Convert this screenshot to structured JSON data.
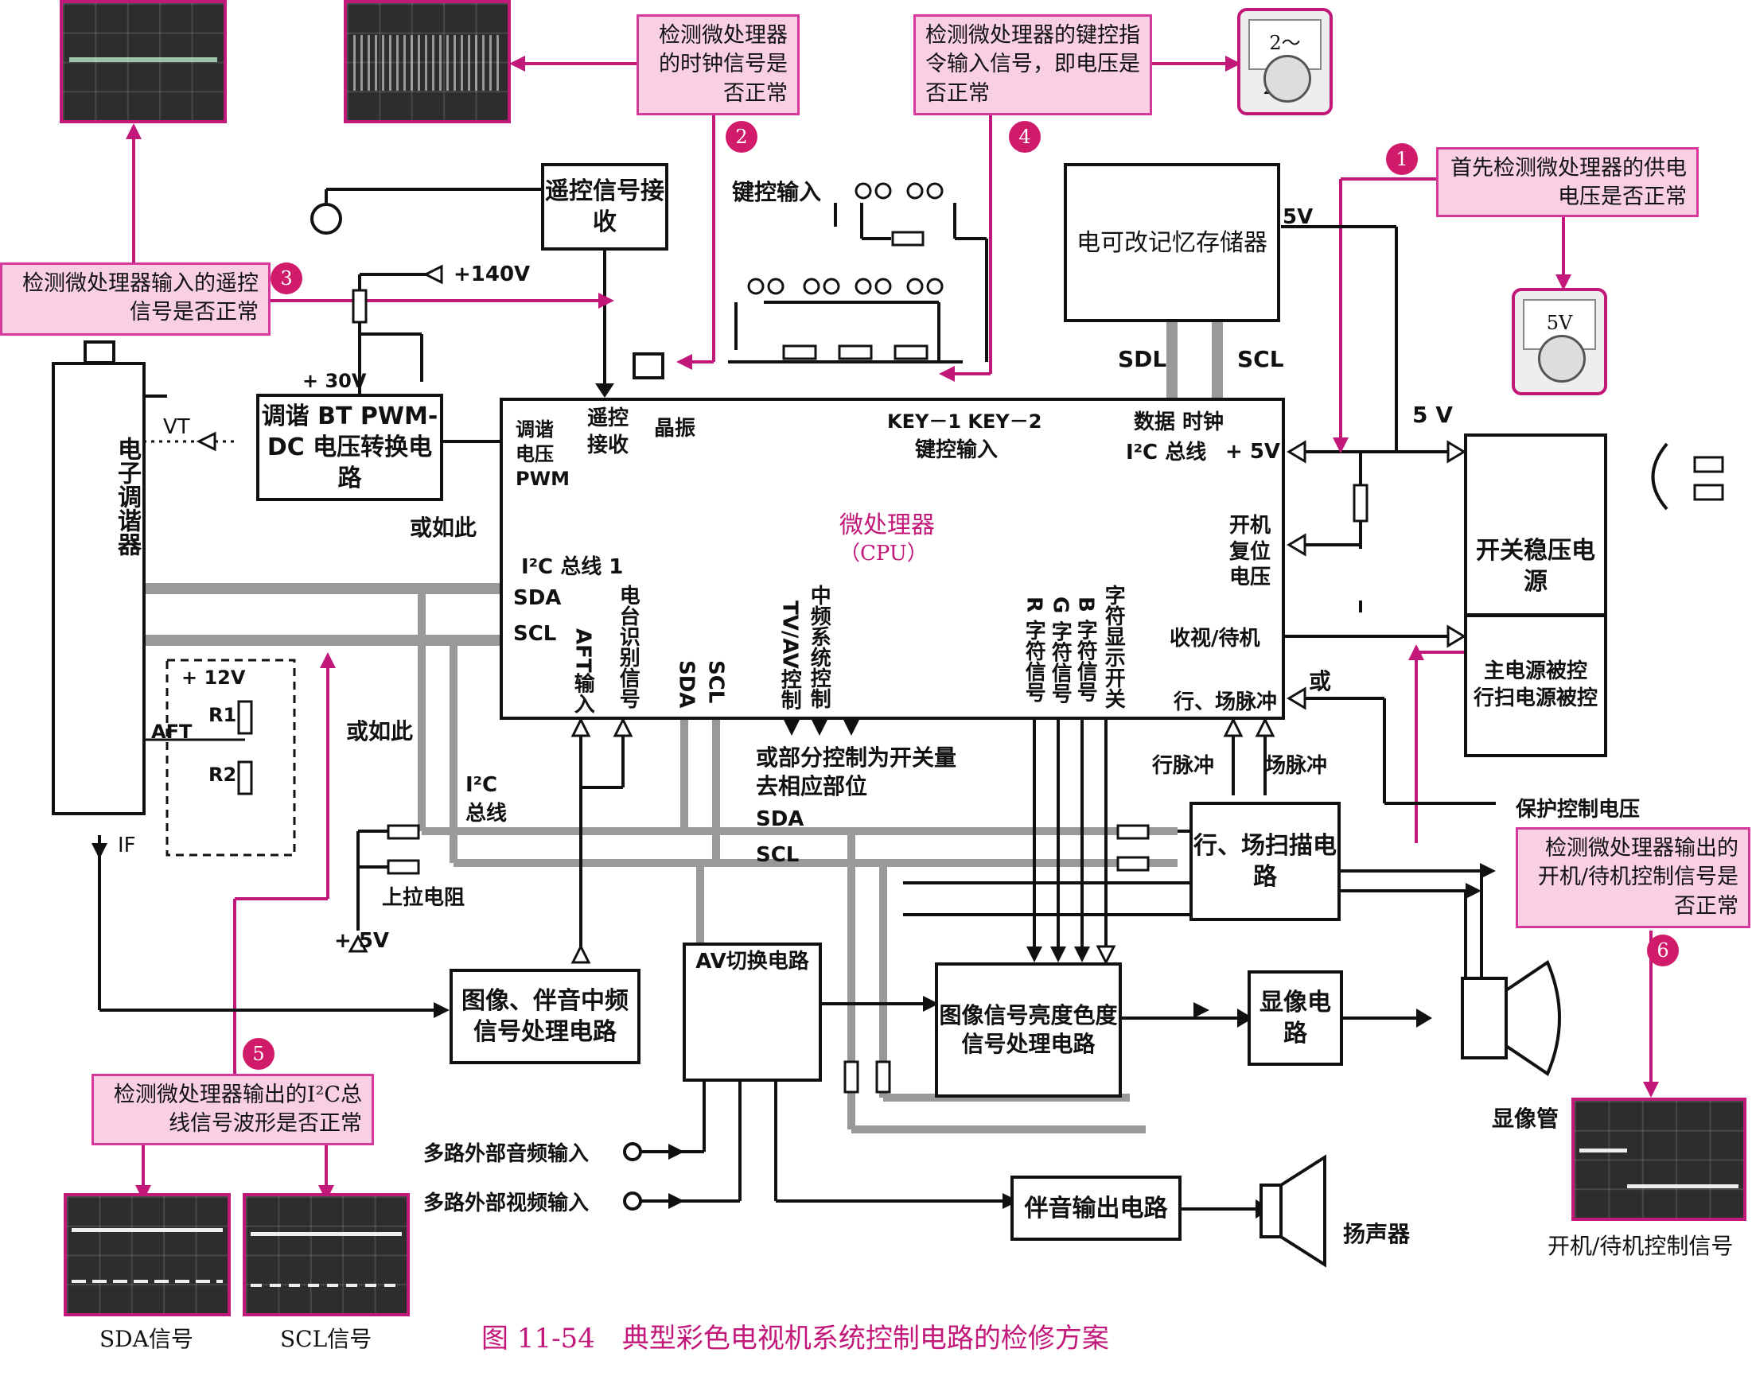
{
  "callouts": {
    "c1": "首先检测微处理器的供电电压是否正常",
    "c2": "检测微处理器的时钟信号是否正常",
    "c3": "检测微处理器输入的遥控信号是否正常",
    "c4": "检测微处理器的键控指令输入信号，即电压是否正常",
    "c5": "检测微处理器输出的I²C总线信号波形是否正常",
    "c6": "检测微处理器输出的开机/待机控制信号是否正常"
  },
  "numbers": [
    "1",
    "2",
    "3",
    "4",
    "5",
    "6"
  ],
  "meters": {
    "m1": "2～2.8V",
    "m2": "5V"
  },
  "blocks": {
    "remote_rx": "遥控信号接收",
    "eeprom": "电可改记忆存储器",
    "tuning_pwm": "调谐 BT PWM-DC 电压转换电路",
    "tuner": "电子调谐器",
    "cpu_title": "微处理器",
    "cpu_sub": "（CPU）",
    "psu": "开关稳压电源",
    "psu_ctrl1": "主电源被控",
    "psu_ctrl2": "行扫电源被控",
    "scan": "行、场扫描电路",
    "if_proc": "图像、伴音中频信号处理电路",
    "av_switch": "AV切换电路",
    "video_proc": "图像信号亮度色度信号处理电路",
    "display": "显像电路",
    "audio_out": "伴音输出电路"
  },
  "labels": {
    "key_input": "键控输入",
    "v140": "+140V",
    "v30": "+ 30V",
    "v5_top": "5V",
    "v5_right": "5 V",
    "v12": "+ 12V",
    "v5_bottom": "+ 5V",
    "vt": "VT",
    "or1": "或如此",
    "or2": "或如此",
    "or3": "或",
    "r1": "R1",
    "r2": "R2",
    "aft": "AFT",
    "if": "IF",
    "sdl": "SDL",
    "scl_top": "SCL",
    "sda_bus": "SDA",
    "scl_bus": "SCL",
    "i2c_bus_side": "I²C 总线",
    "pullup": "上拉电阻",
    "partial_ctrl": "或部分控制为开关量去相应部位",
    "line_pulse": "行脉冲",
    "field_pulse": "场脉冲",
    "protect": "保护控制电压",
    "crt": "显像管",
    "speaker": "扬声器",
    "ext_audio": "多路外部音频输入",
    "ext_video": "多路外部视频输入"
  },
  "cpu_pins": {
    "tune_pwm": "调谐电压PWM",
    "remote": "遥控接收",
    "crystal": "晶振",
    "key": "KEY－1  KEY－2",
    "key_in": "键控输入",
    "data_clk": "数据  时钟",
    "i2c": "I²C 总线",
    "p5v": "+ 5V",
    "i2c1": "I²C 总线 1",
    "sda": "SDA",
    "scl": "SCL",
    "power_reset": "开机复位电压",
    "standby": "收视/待机",
    "hv_pulse": "行、场脉冲",
    "aft_in": "AFT输入",
    "station_id": "电台识别信号",
    "sda_v": "SDA",
    "scl_v": "SCL",
    "if_ctrl": "中频系统控制",
    "tvav": "TV/AV控制",
    "char_switch": "字符显示开关",
    "b_sig": "B 字符信号",
    "g_sig": "G 字符信号",
    "r_sig": "R 字符信号"
  },
  "scope_labels": {
    "sda": "SDA信号",
    "scl": "SCL信号",
    "standby": "开机/待机控制信号"
  },
  "caption": "图 11-54　典型彩色电视机系统控制电路的检修方案"
}
